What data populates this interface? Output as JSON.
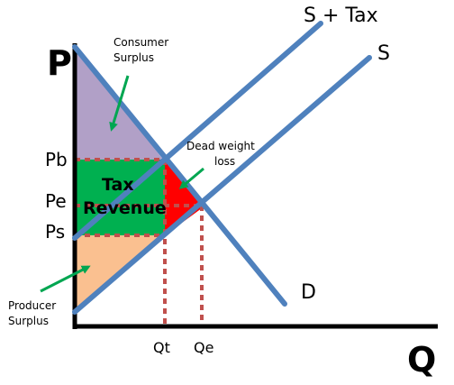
{
  "axes": {
    "y_label": "P",
    "x_label": "Q"
  },
  "curves": {
    "supply_plus_tax": "S + Tax",
    "supply": "S",
    "demand": "D"
  },
  "price_labels": {
    "buyer_price": "Pb",
    "equilibrium_price": "Pe",
    "seller_price": "Ps"
  },
  "quantity_labels": {
    "taxed_quantity": "Qt",
    "equilibrium_quantity": "Qe"
  },
  "regions": {
    "consumer_surplus": [
      "Consumer",
      "Surplus"
    ],
    "producer_surplus": [
      "Producer",
      "Surplus"
    ],
    "tax_revenue": [
      "Tax",
      "Revenue"
    ],
    "deadweight_loss": [
      "Dead weight",
      "loss"
    ]
  },
  "colors": {
    "curve": "#4f81bd",
    "consumer_surplus": "#b1a0c7",
    "producer_surplus": "#fac090",
    "tax_revenue": "#00b050",
    "deadweight_loss": "#ff0000",
    "guide_line": "#c0504d",
    "arrow": "#00a651"
  }
}
